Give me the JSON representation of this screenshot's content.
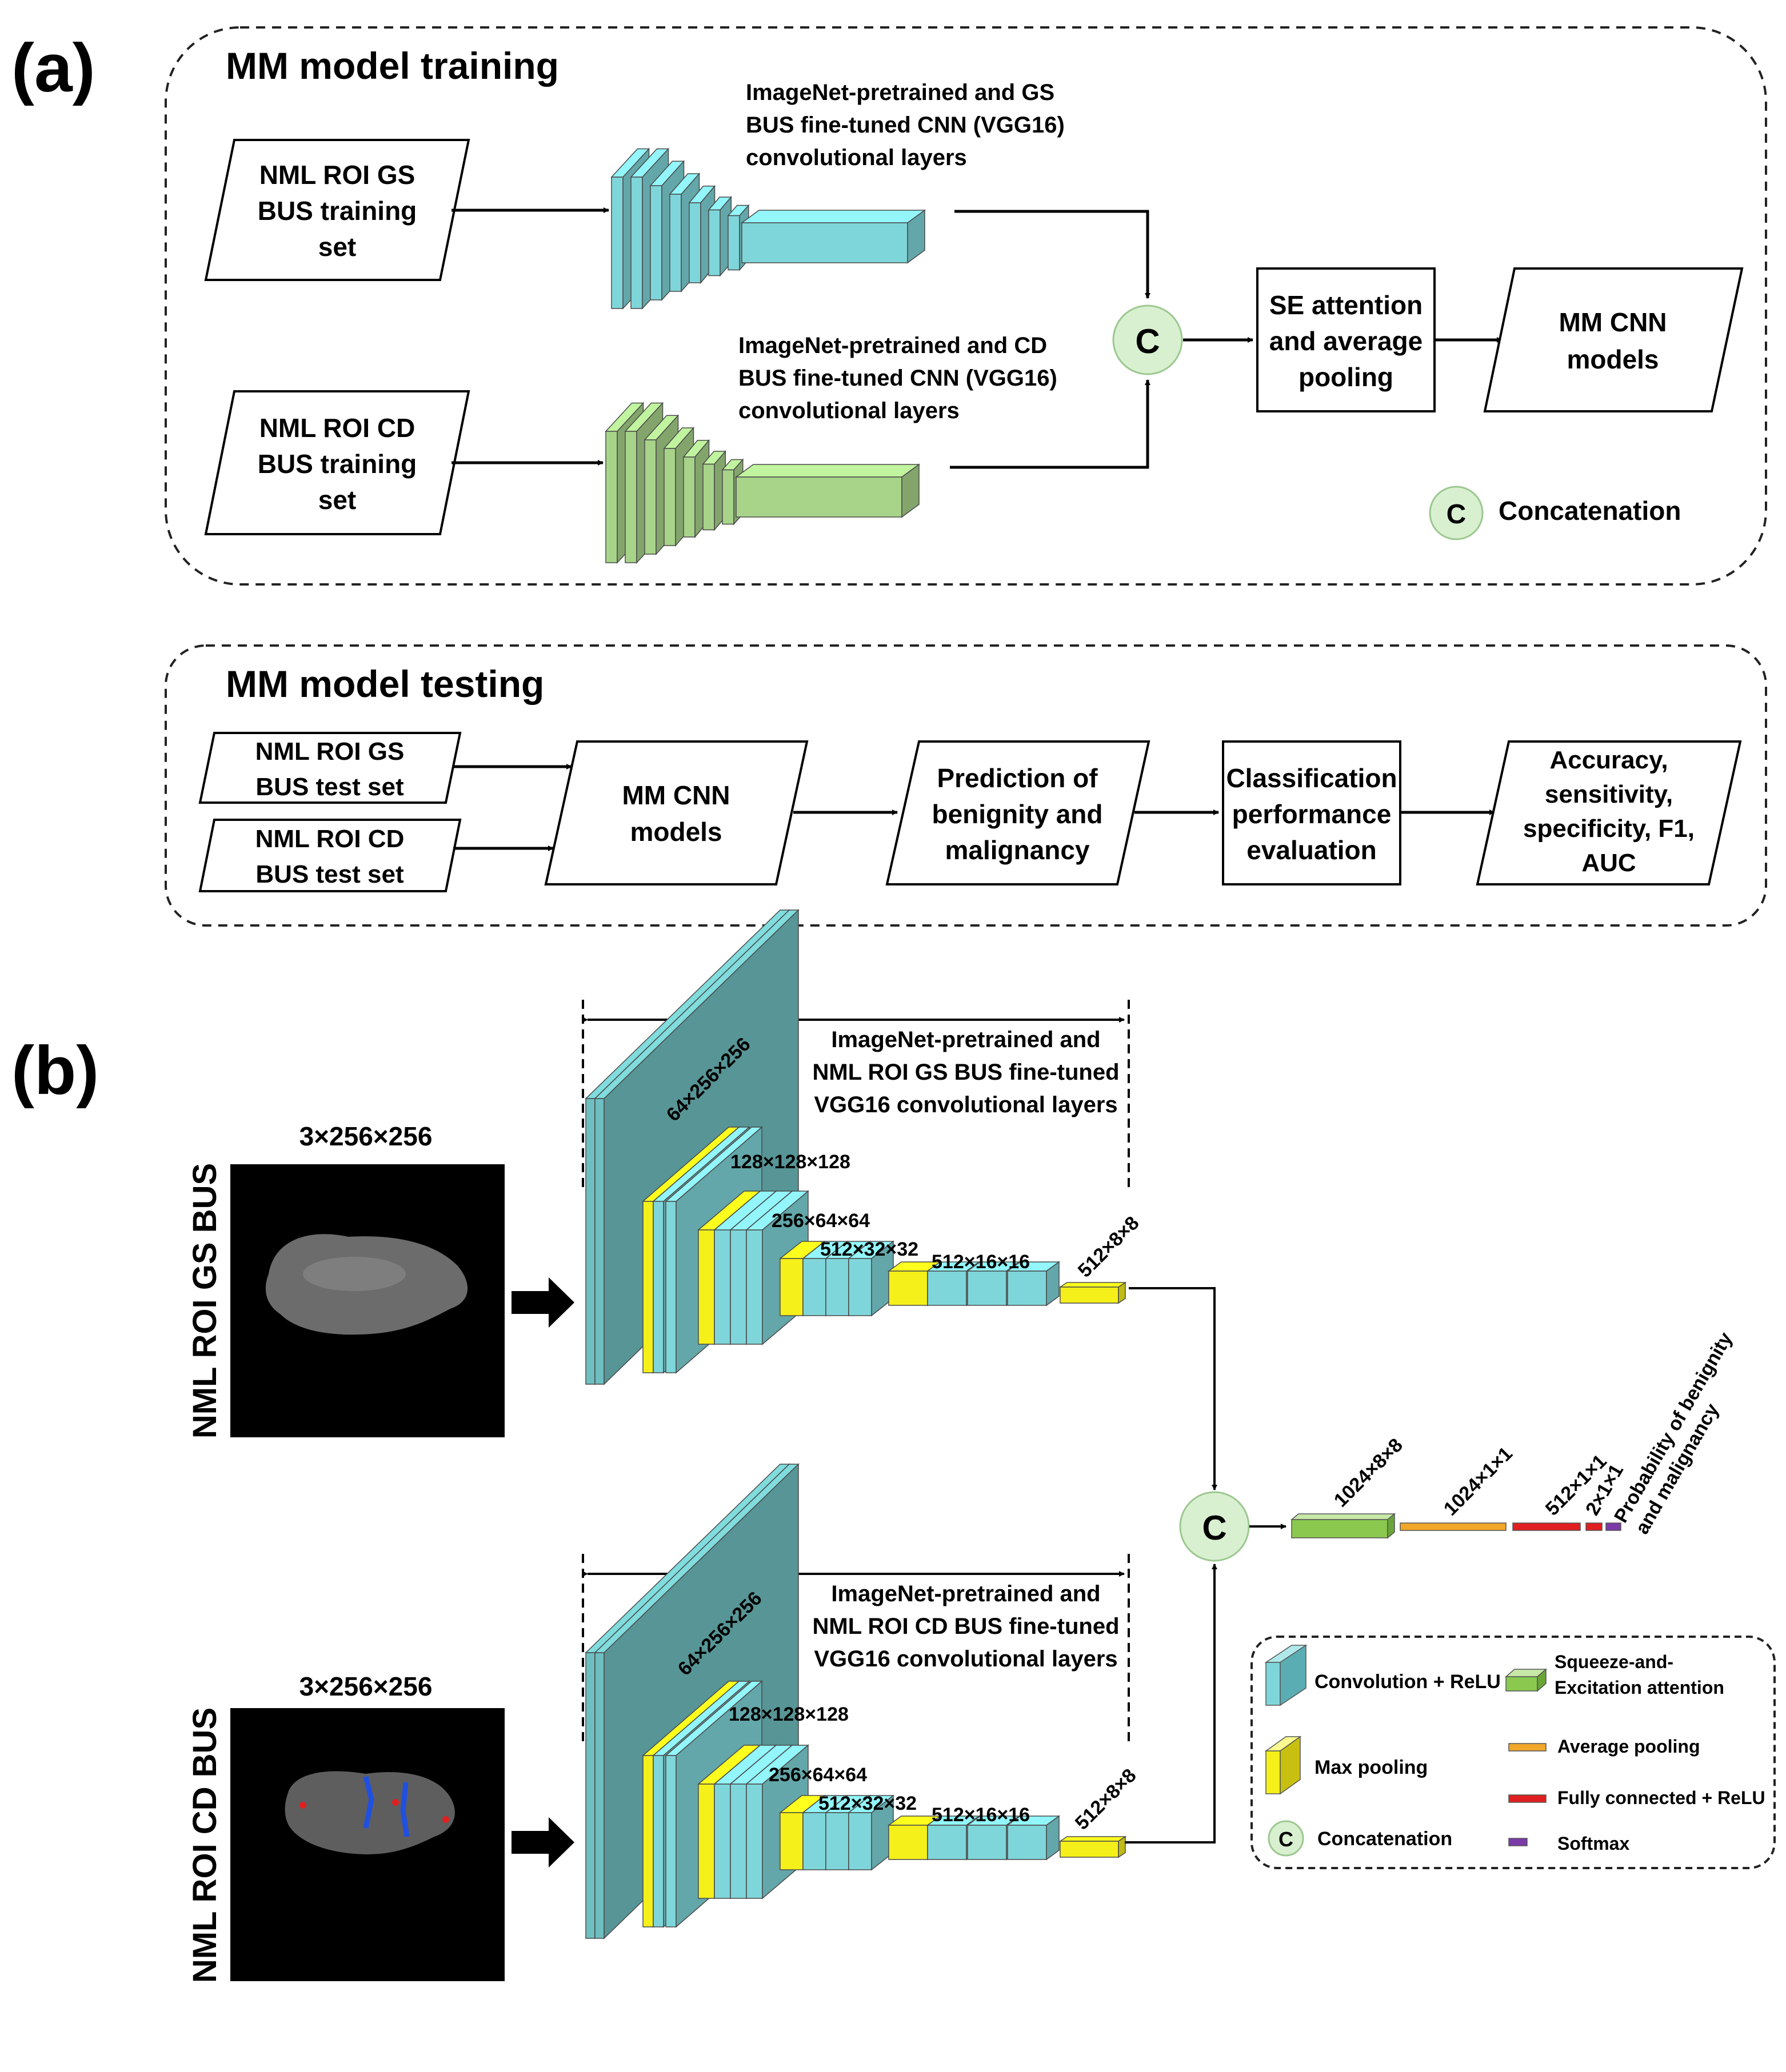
{
  "panel_a": {
    "label": "(a)",
    "training": {
      "title": "MM model training",
      "input_gs": [
        "NML ROI GS",
        "BUS training",
        "set"
      ],
      "input_cd": [
        "NML ROI CD",
        "BUS training",
        "set"
      ],
      "cnn_gs_label": [
        "ImageNet-pretrained and GS",
        "BUS fine-tuned CNN (VGG16)",
        "convolutional layers"
      ],
      "cnn_cd_label": [
        "ImageNet-pretrained and CD",
        "BUS fine-tuned CNN (VGG16)",
        "convolutional layers"
      ],
      "concat_symbol": "C",
      "se_box": [
        "SE attention",
        "and average",
        "pooling"
      ],
      "output": [
        "MM CNN",
        "models"
      ],
      "legend_concat": "Concatenation"
    },
    "testing": {
      "title": "MM model testing",
      "input_gs": [
        "NML ROI GS",
        "BUS test set"
      ],
      "input_cd": [
        "NML ROI CD",
        "BUS test set"
      ],
      "models": [
        "MM CNN",
        "models"
      ],
      "prediction": [
        "Prediction of",
        "benignity and",
        "malignancy"
      ],
      "evaluation": [
        "Classification",
        "performance",
        "evaluation"
      ],
      "metrics": [
        "Accuracy,",
        "sensitivity,",
        "specificity, F1,",
        "AUC"
      ]
    }
  },
  "panel_b": {
    "label": "(b)",
    "input_size": "3×256×256",
    "gs_label": "NML ROI GS BUS",
    "cd_label": "NML ROI CD BUS",
    "gs_vgg_label": [
      "ImageNet-pretrained and",
      "NML ROI GS BUS fine-tuned",
      "VGG16 convolutional layers"
    ],
    "cd_vgg_label": [
      "ImageNet-pretrained and",
      "NML ROI CD BUS fine-tuned",
      "VGG16 convolutional layers"
    ],
    "dims": [
      "64×256×256",
      "128×128×128",
      "256×64×64",
      "512×32×32",
      "512×16×16",
      "512×8×8"
    ],
    "head_dims": [
      "1024×8×8",
      "1024×1×1",
      "512×1×1",
      "2×1×1"
    ],
    "head_output": [
      "Probability of benignity",
      "and malignancy"
    ],
    "concat_symbol": "C",
    "legend": {
      "conv": "Convolution + ReLU",
      "se": [
        "Squeeze-and-",
        "Excitation attention"
      ],
      "maxpool": "Max pooling",
      "avgpool": "Average pooling",
      "fc": "Fully connected + ReLU",
      "concat": "Concatenation",
      "softmax": "Softmax"
    }
  },
  "colors": {
    "conv": "#7fd6da",
    "conv_side": "#5aaeb3",
    "conv_big": "#6fbfc0",
    "green_block": "#a8d48a",
    "green_side": "#7fae63",
    "maxpool": "#f5f01a",
    "avgpool": "#f0a72a",
    "fc": "#e02020",
    "softmax": "#7a3aa8",
    "concat_fill": "#d8f0d0",
    "se_fill": "#8ac850"
  }
}
